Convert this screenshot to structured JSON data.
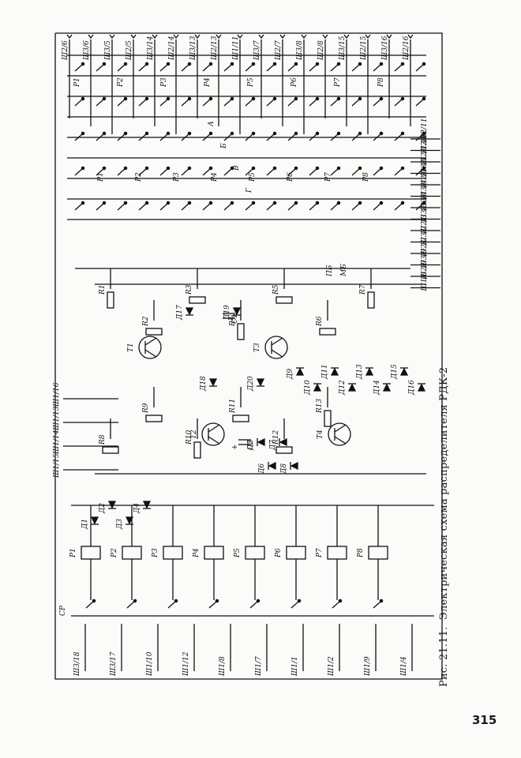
{
  "figure": {
    "caption_number": "Рис. 21.11.",
    "caption_text": "Электрическая схема распределителя РДК-2",
    "page_number": "315"
  },
  "schematic": {
    "connectors_top": [
      "Ш2/6",
      "Ш3/6",
      "Ш3/5",
      "Ш2/5",
      "Ш3/14",
      "Ш2/14",
      "Ш3/13",
      "Ш2/13",
      "Ш1/11",
      "Ш3/7",
      "Ш2/7",
      "Ш3/8",
      "Ш2/8",
      "Ш3/15",
      "Ш2/15",
      "Ш3/16",
      "Ш2/16"
    ],
    "connectors_right": [
      "Ш2/11",
      "Ш3/12",
      "Ш2/12",
      "Ш3/1",
      "Ш2/1",
      "Ш3/4",
      "Ш2/4",
      "Ш3/3",
      "Ш2/3",
      "Ш3/2",
      "Ш2/2",
      "Ш3/9",
      "Ш2/9",
      "Ш1/6"
    ],
    "connectors_left_mid": [
      "Ш1/16",
      "Ш1/13",
      "Ш1/14",
      "Ш1/15"
    ],
    "connectors_bottom": [
      "Ш3/18",
      "Ш3/17",
      "Ш1/10",
      "Ш1/12",
      "Ш1/8",
      "Ш1/7",
      "Ш1/1",
      "Ш1/2",
      "Ш1/9",
      "Ш1/4"
    ],
    "relays": [
      "Р1",
      "Р2",
      "Р3",
      "Р4",
      "Р5",
      "Р6",
      "Р7",
      "Р8"
    ],
    "relay_groups": [
      "А",
      "Б",
      "В",
      "Г"
    ],
    "resistors": [
      "R1",
      "R2",
      "R3",
      "R4",
      "R5",
      "R6",
      "R7",
      "R8",
      "R9",
      "R10",
      "R11",
      "R12",
      "R13"
    ],
    "diodes": [
      "Д1",
      "Д2",
      "Д3",
      "Д4",
      "Д5",
      "Д6",
      "Д7",
      "Д8",
      "Д9",
      "Д10",
      "Д11",
      "Д12",
      "Д13",
      "Д14",
      "Д15",
      "Д16",
      "Д17",
      "Д18",
      "Д19",
      "Д20"
    ],
    "transistors": [
      "Т1",
      "Т2",
      "Т3",
      "Т4"
    ],
    "capacitors": [
      "С1",
      "С2"
    ],
    "misc_labels": [
      "СР",
      "ПБ",
      "МБ",
      "+"
    ]
  }
}
